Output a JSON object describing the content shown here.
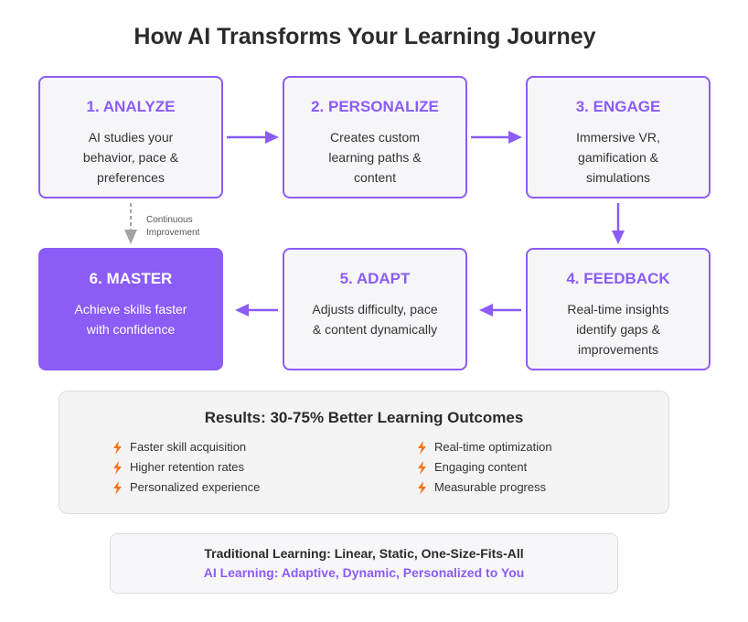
{
  "title": "How AI Transforms Your Learning Journey",
  "colors": {
    "accent": "#8b5cf6",
    "bolt": "#f97316",
    "feedback_arrow": "#a3a3a3"
  },
  "steps": [
    {
      "title": "1. ANALYZE",
      "desc": "AI studies your behavior, pace & preferences"
    },
    {
      "title": "2. PERSONALIZE",
      "desc": "Creates custom learning paths & content"
    },
    {
      "title": "3. ENGAGE",
      "desc": "Immersive VR, gamification & simulations"
    },
    {
      "title": "4. FEEDBACK",
      "desc": "Real-time insights identify gaps & improvements"
    },
    {
      "title": "5. ADAPT",
      "desc": "Adjusts difficulty, pace & content dynamically"
    },
    {
      "title": "6. MASTER",
      "desc": "Achieve skills faster with confidence"
    }
  ],
  "feedback_label": "Continuous Improvement",
  "results": {
    "title": "Results: 30-75% Better Learning Outcomes",
    "icon": "lightning-icon",
    "left": [
      "Faster skill acquisition",
      "Higher retention rates",
      "Personalized experience"
    ],
    "right": [
      "Real-time optimization",
      "Engaging content",
      "Measurable progress"
    ]
  },
  "comparison": {
    "traditional": "Traditional Learning: Linear, Static, One-Size-Fits-All",
    "ai": "AI Learning: Adaptive, Dynamic, Personalized to You"
  }
}
